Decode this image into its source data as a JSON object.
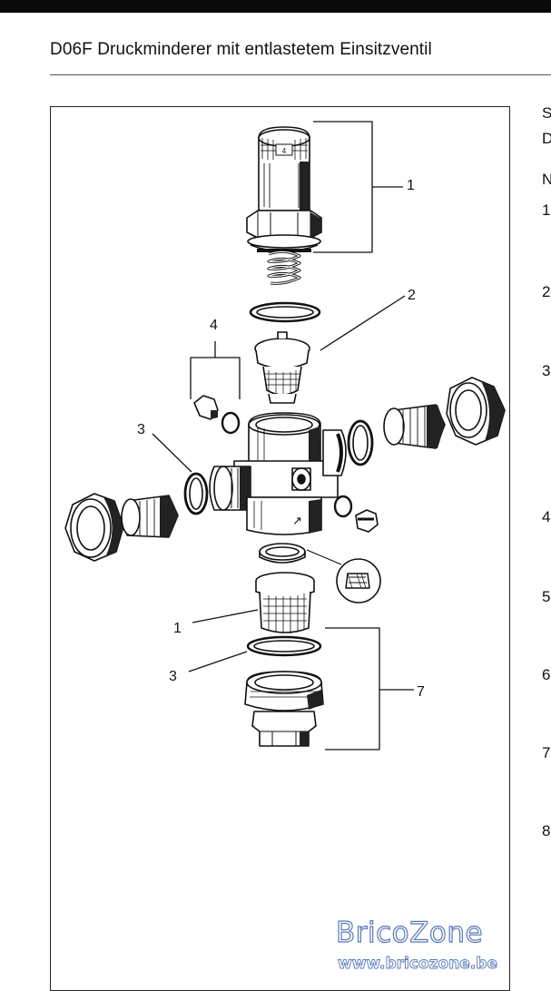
{
  "header": {
    "title": "D06F Druckminderer mit entlastetem Einsitzventil"
  },
  "side_text": {
    "lines": [
      "S",
      "D",
      "N",
      "1",
      "2",
      "3",
      "4",
      "5",
      "6",
      "7",
      "8"
    ]
  },
  "diagram": {
    "callouts": {
      "top_assembly": "1",
      "valve_insert": "2",
      "gauge_plugs": "4",
      "left_oring": "3",
      "filter": "1",
      "bowl_oring": "3",
      "bowl_assembly": "7"
    },
    "gauge_number": "4"
  },
  "watermark": {
    "logo": "BricoZone",
    "url": "www.bricozone.be",
    "color": "#5a78b8"
  }
}
